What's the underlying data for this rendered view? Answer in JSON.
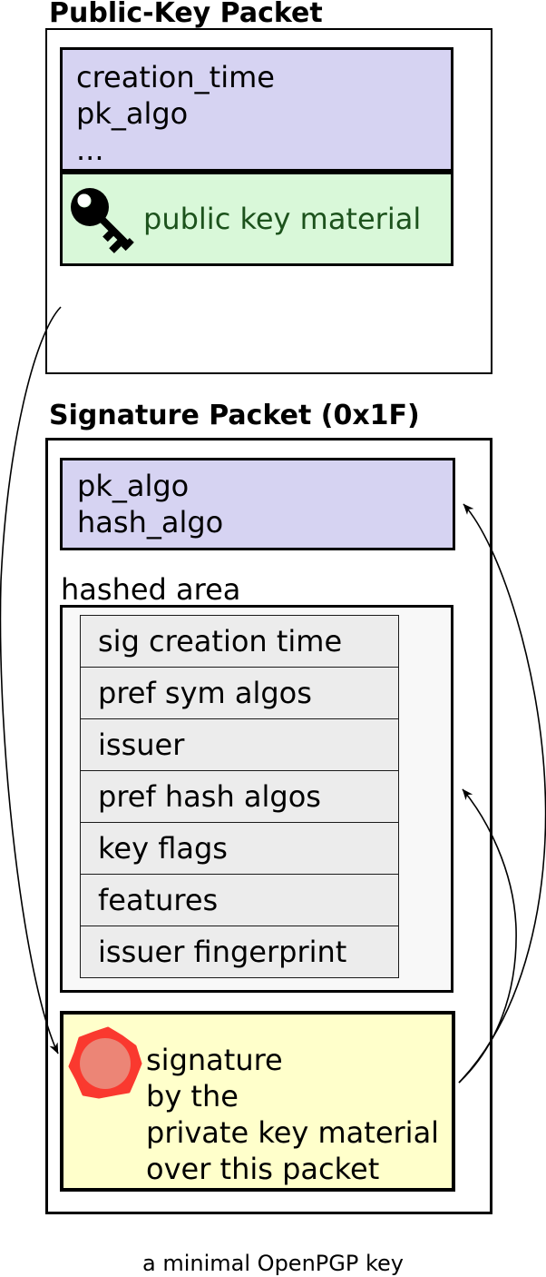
{
  "pubkey_packet": {
    "title": "Public-Key Packet",
    "fields": [
      "creation_time",
      "pk_algo",
      "..."
    ],
    "key_material_label": "public key material"
  },
  "signature_packet": {
    "title": "Signature Packet (0x1F)",
    "algo_fields": [
      "pk_algo",
      "hash_algo"
    ],
    "hashed_area": {
      "label": "hashed area",
      "subpackets": [
        "sig creation time",
        "pref sym algos",
        "issuer",
        "pref hash algos",
        "key flags",
        "features",
        "issuer fingerprint"
      ]
    },
    "signature_box": {
      "lines": [
        "signature",
        "by the",
        "private key material",
        "over this packet"
      ]
    }
  },
  "caption": "a minimal OpenPGP key",
  "icons": {
    "key_icon": "key-icon",
    "seal_icon": "wax-seal-icon"
  },
  "colors": {
    "lavender": "#d6d3f2",
    "green_bg": "#d9f8d9",
    "green_text": "#1c521c",
    "hashed_bg": "#f8f8f8",
    "row_bg": "#ececec",
    "yellow_bg": "#ffffcb",
    "seal_red": "#fa392f",
    "seal_inner": "#ec8576",
    "line": "#000000"
  }
}
